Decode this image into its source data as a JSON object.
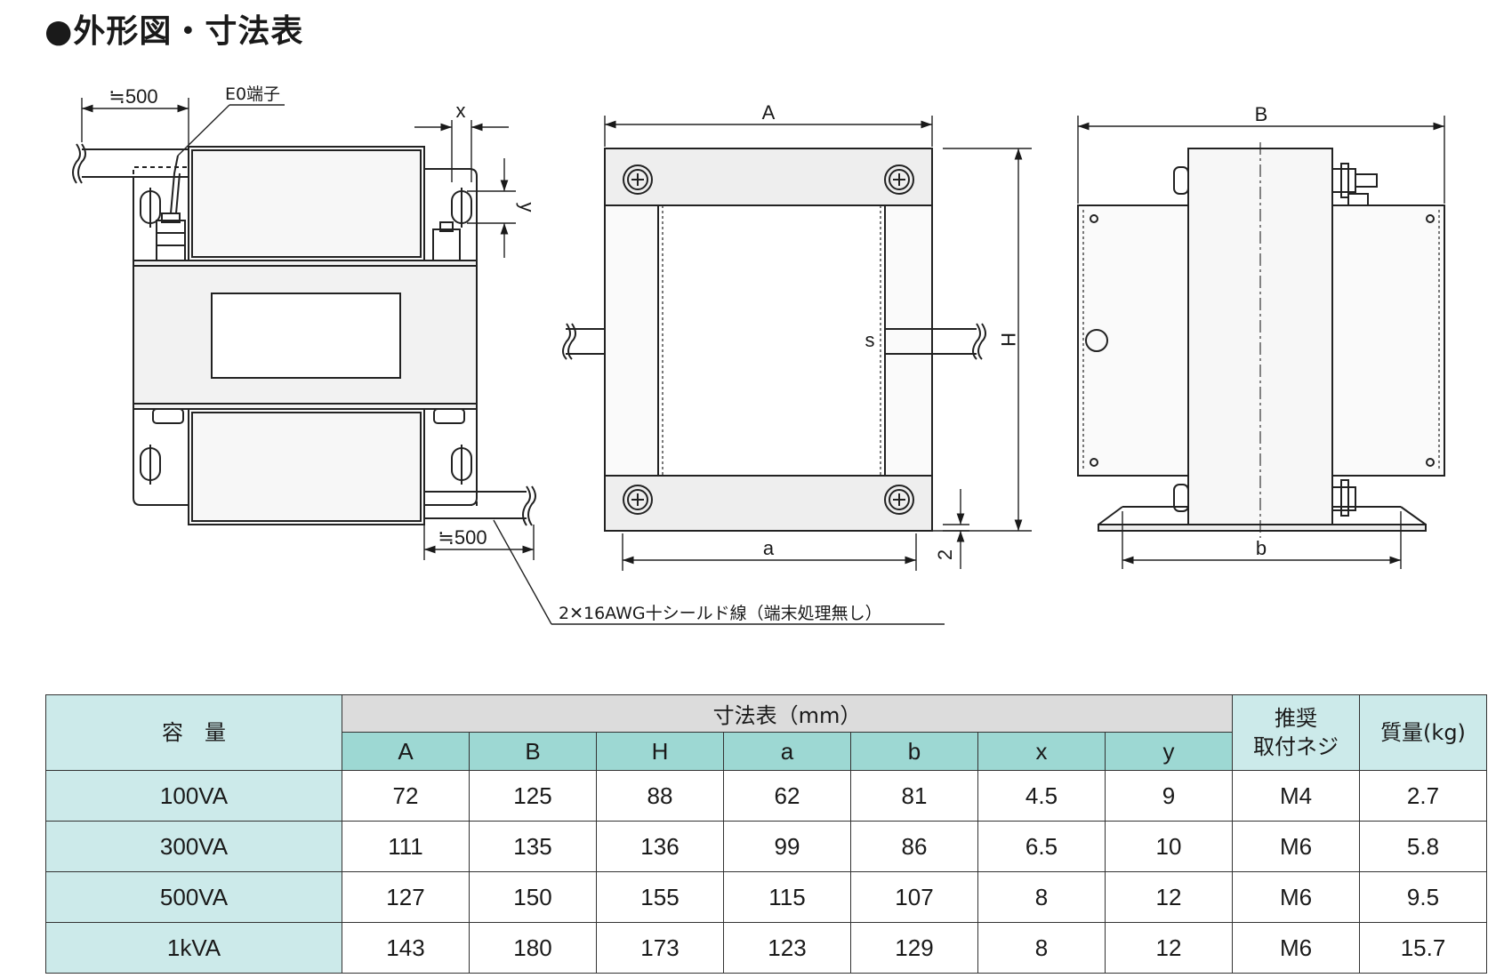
{
  "title": "●外形図・寸法表",
  "drawing": {
    "left_dim_top": "≒500",
    "left_dim_bottom": "≒500",
    "eo_terminal": "E0端子",
    "label_x": "x",
    "label_y": "y",
    "label_A": "A",
    "label_a": "a",
    "label_H": "H",
    "label_s": "s",
    "label_2": "2",
    "label_B": "B",
    "label_b": "b",
    "cable_note": "2✕16AWG十シールド線（端末処理無し）"
  },
  "table": {
    "capacity_header": "容　量",
    "group_header": "寸法表（mm）",
    "screw_header_line1": "推奨",
    "screw_header_line2": "取付ネジ",
    "mass_header": "質量(kg)",
    "columns": [
      "A",
      "B",
      "H",
      "a",
      "b",
      "x",
      "y"
    ],
    "rows": [
      {
        "capacity": "100VA",
        "values": [
          "72",
          "125",
          "88",
          "62",
          "81",
          "4.5",
          "9"
        ],
        "screw": "M4",
        "mass": "2.7"
      },
      {
        "capacity": "300VA",
        "values": [
          "111",
          "135",
          "136",
          "99",
          "86",
          "6.5",
          "10"
        ],
        "screw": "M6",
        "mass": "5.8"
      },
      {
        "capacity": "500VA",
        "values": [
          "127",
          "150",
          "155",
          "115",
          "107",
          "8",
          "12"
        ],
        "screw": "M6",
        "mass": "9.5"
      },
      {
        "capacity": "1kVA",
        "values": [
          "143",
          "180",
          "173",
          "123",
          "129",
          "8",
          "12"
        ],
        "screw": "M6",
        "mass": "15.7"
      }
    ]
  }
}
